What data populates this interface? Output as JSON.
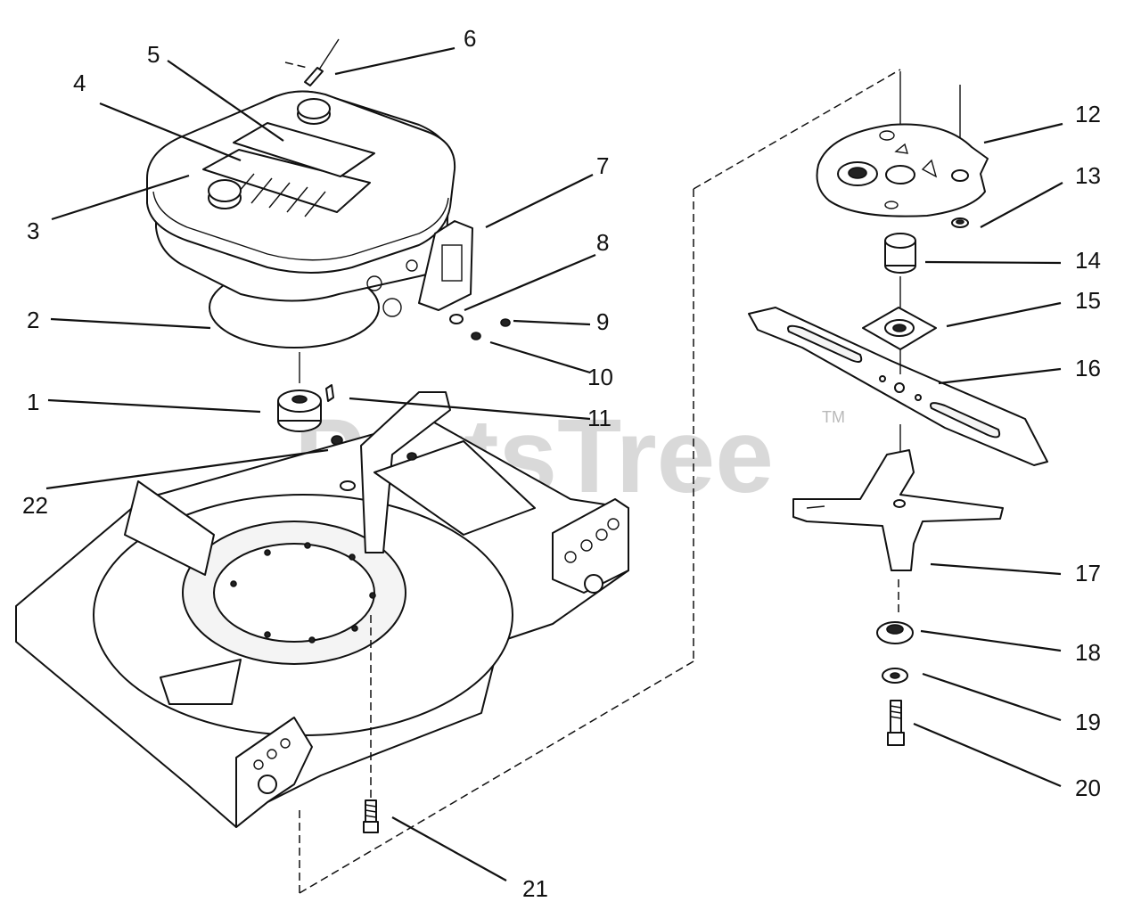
{
  "watermark": {
    "text": "PartsTree",
    "tm": "TM"
  },
  "callouts": [
    "1",
    "2",
    "3",
    "4",
    "5",
    "6",
    "7",
    "8",
    "9",
    "10",
    "11",
    "12",
    "13",
    "14",
    "15",
    "16",
    "17",
    "18",
    "19",
    "20",
    "21",
    "22"
  ]
}
